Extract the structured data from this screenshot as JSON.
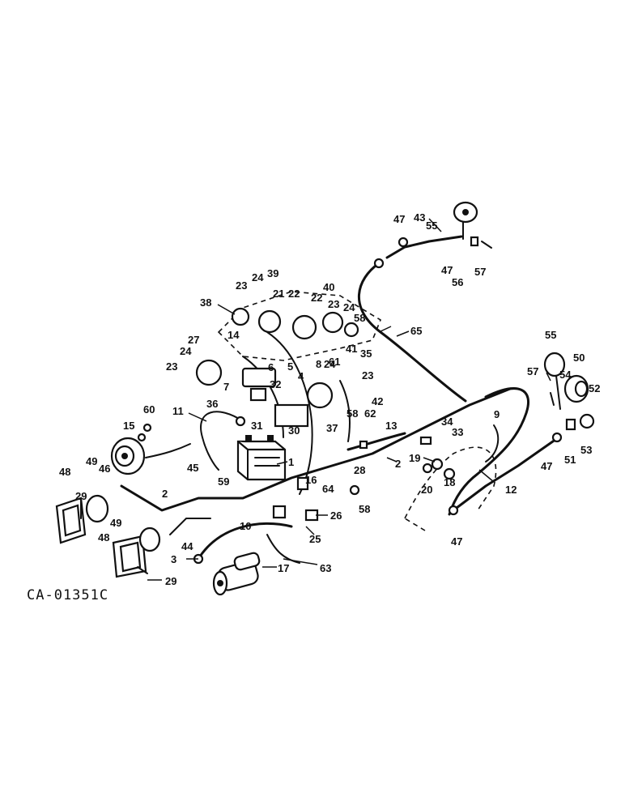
{
  "figure": {
    "code": "CA-01351C",
    "callouts": [
      "1",
      "2",
      "3",
      "4",
      "5",
      "6",
      "7",
      "8",
      "9",
      "10",
      "11",
      "12",
      "13",
      "14",
      "15",
      "16",
      "17",
      "18",
      "19",
      "20",
      "21",
      "22",
      "23",
      "24",
      "25",
      "26",
      "27",
      "28",
      "29",
      "30",
      "31",
      "32",
      "33",
      "34",
      "35",
      "36",
      "37",
      "38",
      "39",
      "40",
      "41",
      "42",
      "43",
      "44",
      "45",
      "46",
      "47",
      "48",
      "49",
      "50",
      "51",
      "52",
      "53",
      "54",
      "55",
      "56",
      "57",
      "58",
      "59",
      "60",
      "61",
      "62",
      "63",
      "64",
      "65"
    ]
  }
}
